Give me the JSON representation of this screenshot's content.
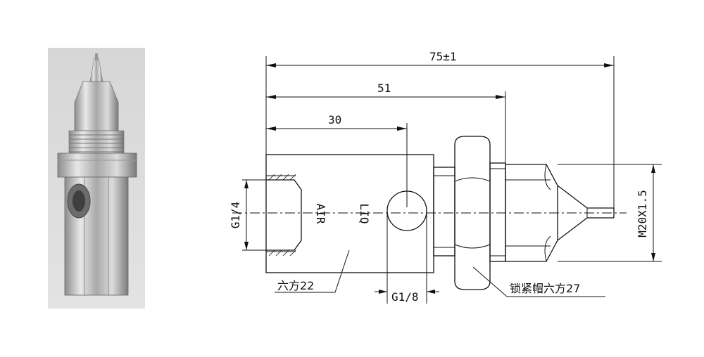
{
  "photo": {
    "description_icon": "nozzle-photo"
  },
  "dimensions": {
    "overall_length": "75±1",
    "to_nut": "51",
    "to_liquid_port": "30",
    "air_thread": "G1/4",
    "liquid_thread": "G1/8",
    "outlet_thread": "M20X1.5"
  },
  "labels": {
    "air": "AIR",
    "liq": "LIQ",
    "body_hex": "六方22",
    "lock_nut_hex": "锁紧帽六方27"
  },
  "colors": {
    "line": "#111111",
    "photo_bg": "#d9d9d9",
    "metal": "#b8b8b8"
  }
}
